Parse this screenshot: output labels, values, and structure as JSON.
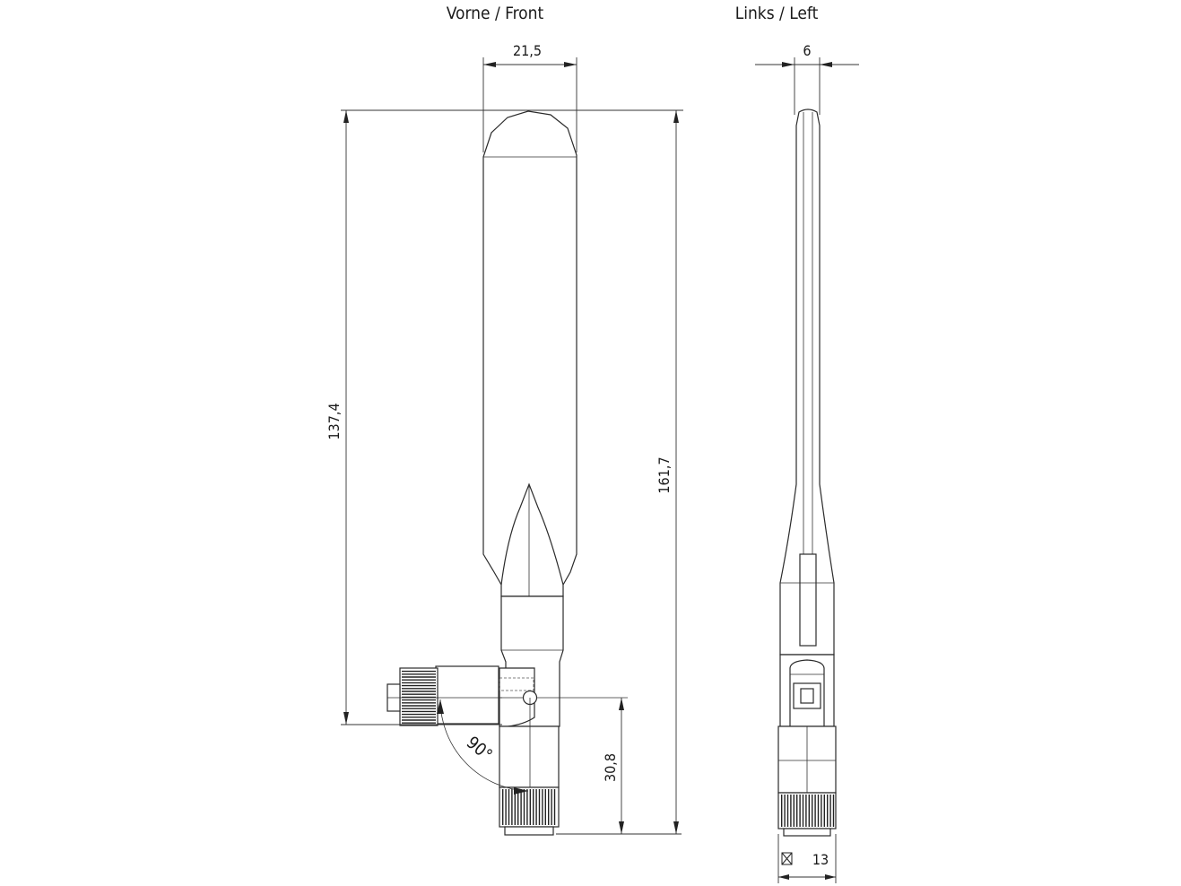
{
  "views": {
    "front": {
      "title": "Vorne / Front"
    },
    "left": {
      "title": "Links / Left"
    }
  },
  "dimensions": {
    "front_width": "21,5",
    "side_thickness": "6",
    "height_to_connector": "137,4",
    "overall_height": "161,7",
    "connector_offset": "30,8",
    "swivel_angle": "90°",
    "wrench_size": "13"
  }
}
